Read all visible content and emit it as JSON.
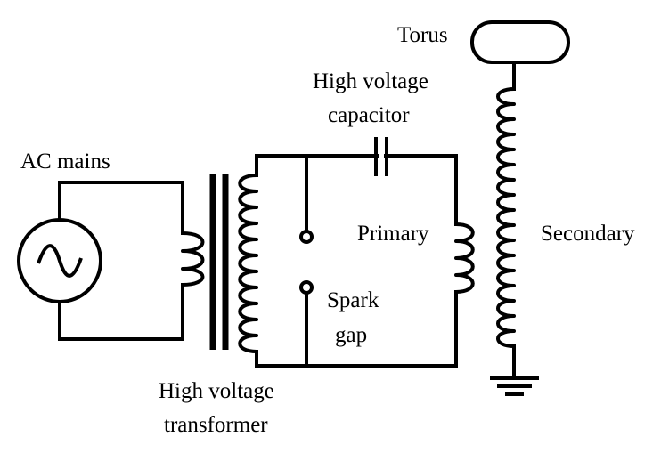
{
  "labels": {
    "torus": "Torus",
    "hv_capacitor_line1": "High voltage",
    "hv_capacitor_line2": "capacitor",
    "ac_mains": "AC mains",
    "primary": "Primary",
    "secondary": "Secondary",
    "spark_gap_line1": "Spark",
    "spark_gap_line2": "gap",
    "hv_transformer_line1": "High voltage",
    "hv_transformer_line2": "transformer"
  }
}
